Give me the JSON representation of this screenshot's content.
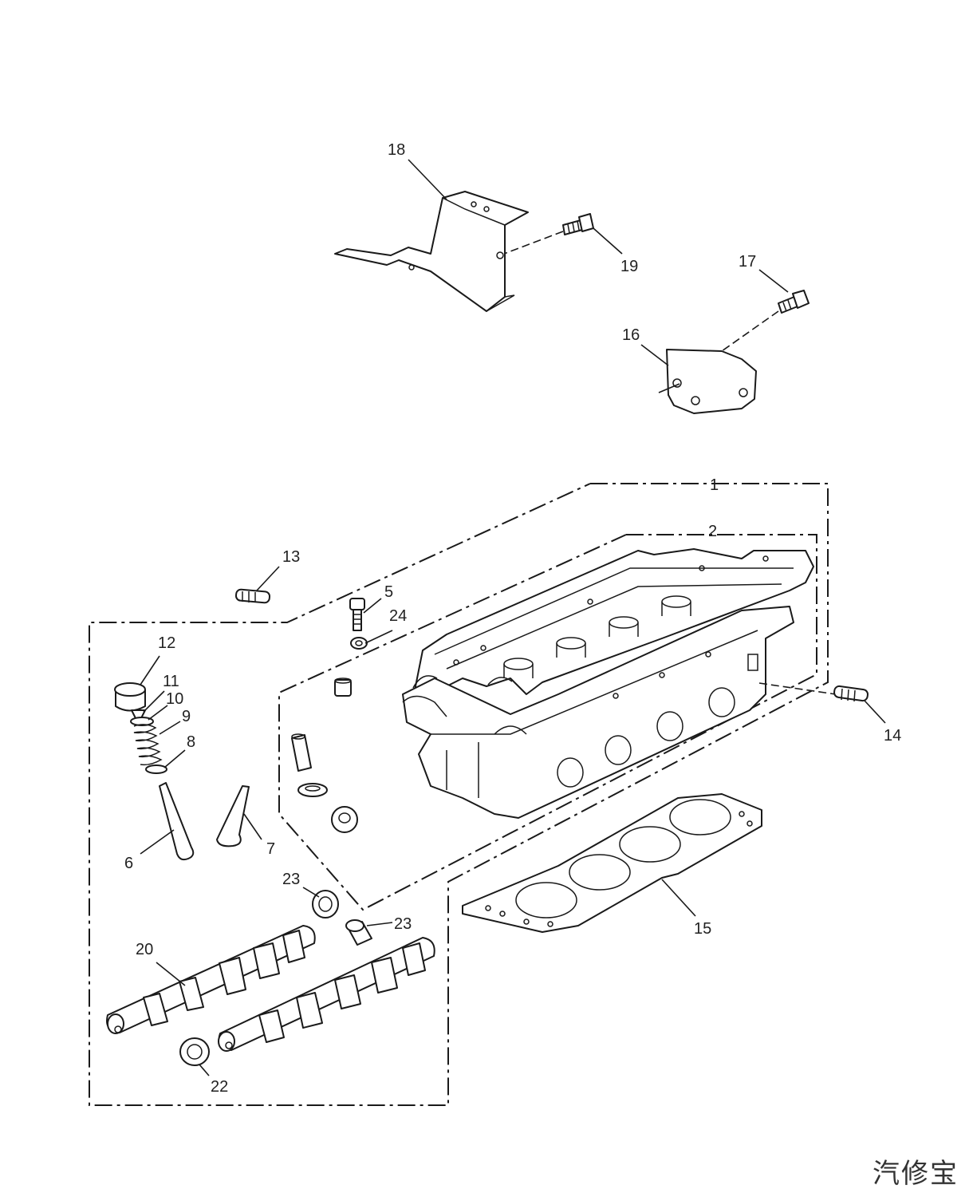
{
  "callouts": {
    "c1": "1",
    "c2": "2",
    "c5": "5",
    "c6": "6",
    "c7": "7",
    "c8": "8",
    "c9": "9",
    "c10": "10",
    "c11": "11",
    "c12": "12",
    "c13": "13",
    "c14": "14",
    "c15": "15",
    "c16": "16",
    "c17": "17",
    "c18": "18",
    "c19": "19",
    "c20": "20",
    "c22": "22",
    "c23a": "23",
    "c23b": "23",
    "c24": "24"
  },
  "watermark": "汽修宝"
}
